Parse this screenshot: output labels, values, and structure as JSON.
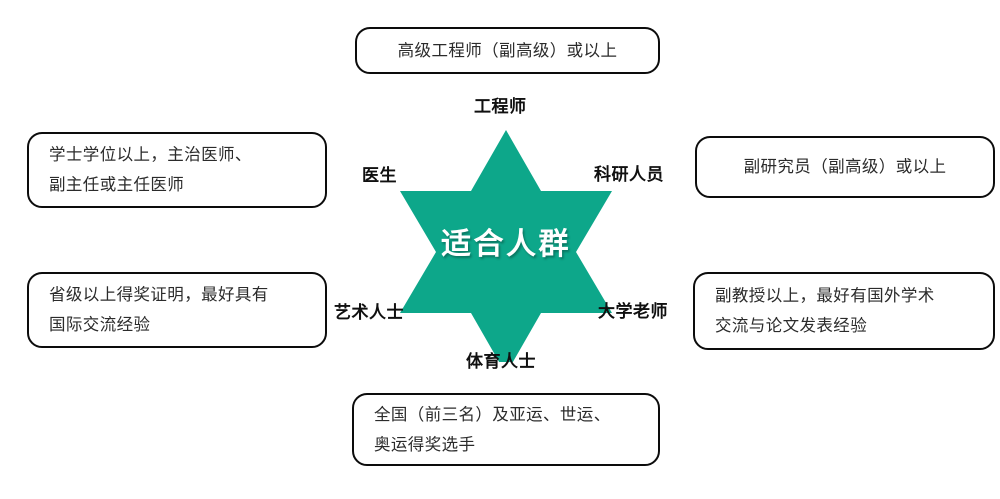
{
  "diagram": {
    "title": "适合人群",
    "accent_color": "#0da78a",
    "box_border_color": "#0c0c0c",
    "center": {
      "label": "适合人群",
      "shape": "six-pointed-star"
    },
    "points": [
      {
        "id": "engineer",
        "label": "工程师"
      },
      {
        "id": "research",
        "label": "科研人员"
      },
      {
        "id": "teacher",
        "label": "大学老师"
      },
      {
        "id": "athlete",
        "label": "体育人士"
      },
      {
        "id": "artist",
        "label": "艺术人士"
      },
      {
        "id": "doctor",
        "label": "医生"
      }
    ],
    "callouts": [
      {
        "id": "engineer",
        "for": "工程师",
        "lines": [
          "高级工程师（副高级）或以上"
        ]
      },
      {
        "id": "doctor",
        "for": "医生",
        "lines": [
          "学士学位以上，主治医师、",
          "副主任或主任医师"
        ]
      },
      {
        "id": "research",
        "for": "科研人员",
        "lines": [
          "副研究员（副高级）或以上"
        ]
      },
      {
        "id": "artist",
        "for": "艺术人士",
        "lines": [
          "省级以上得奖证明，最好具有",
          "国际交流经验"
        ]
      },
      {
        "id": "professor",
        "for": "大学老师",
        "lines": [
          "副教授以上，最好有国外学术",
          "交流与论文发表经验"
        ]
      },
      {
        "id": "athlete",
        "for": "体育人士",
        "lines": [
          "全国（前三名）及亚运、世运、",
          "奥运得奖选手"
        ]
      }
    ]
  }
}
